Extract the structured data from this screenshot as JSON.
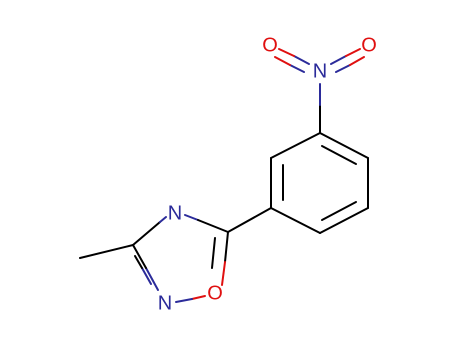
{
  "molecule": {
    "atoms": {
      "ring_n_top": {
        "symbol": "N",
        "color": "#2b2b9a"
      },
      "ring_n_bottom": {
        "symbol": "N",
        "color": "#2b2b9a"
      },
      "ring_o": {
        "symbol": "O",
        "color": "#e01010"
      },
      "nitro_n": {
        "symbol": "N",
        "color": "#2b2b9a"
      },
      "nitro_o_left": {
        "symbol": "O",
        "color": "#e01010"
      },
      "nitro_o_right": {
        "symbol": "O",
        "color": "#e01010"
      }
    }
  },
  "colors": {
    "bond": "#000000",
    "nitrogen": "#2b2b9a",
    "oxygen": "#e01010",
    "background": "#ffffff"
  }
}
